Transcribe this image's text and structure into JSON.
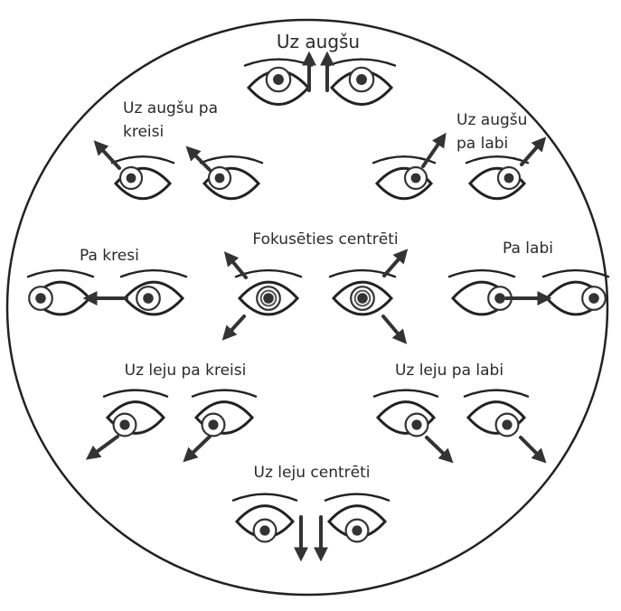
{
  "labels": {
    "up": "Uz augšu",
    "up_left": "Uz augšu pa\nkreisi",
    "up_right": "Uz augšu\npa labi",
    "focus_center": "Fokusēties centrēti",
    "left": "Pa kresi",
    "right": "Pa labi",
    "down_left": "Uz leju pa kreisi",
    "down_right": "Uz leju pa labi",
    "down_center": "Uz leju centrēti"
  },
  "colors": {
    "ink": "#2a2a2a",
    "background": "#ffffff"
  },
  "icons": [
    "eye-icon",
    "arrow-up-icon",
    "arrow-down-icon",
    "arrow-left-icon",
    "arrow-right-icon",
    "arrow-diagonal-icon"
  ]
}
